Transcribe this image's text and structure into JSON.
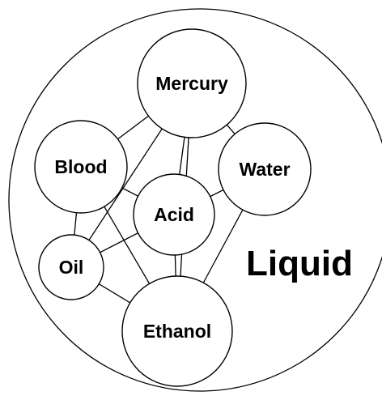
{
  "diagram": {
    "container_label": "Liquid",
    "nodes": [
      {
        "id": "mercury",
        "label": "Mercury"
      },
      {
        "id": "blood",
        "label": "Blood"
      },
      {
        "id": "water",
        "label": "Water"
      },
      {
        "id": "acid",
        "label": "Acid"
      },
      {
        "id": "oil",
        "label": "Oil"
      },
      {
        "id": "ethanol",
        "label": "Ethanol"
      }
    ],
    "edges": [
      [
        "mercury",
        "blood"
      ],
      [
        "mercury",
        "water"
      ],
      [
        "mercury",
        "acid"
      ],
      [
        "mercury",
        "oil"
      ],
      [
        "mercury",
        "ethanol"
      ],
      [
        "blood",
        "acid"
      ],
      [
        "blood",
        "oil"
      ],
      [
        "blood",
        "ethanol"
      ],
      [
        "water",
        "acid"
      ],
      [
        "water",
        "ethanol"
      ],
      [
        "acid",
        "oil"
      ],
      [
        "acid",
        "ethanol"
      ],
      [
        "oil",
        "ethanol"
      ]
    ]
  }
}
